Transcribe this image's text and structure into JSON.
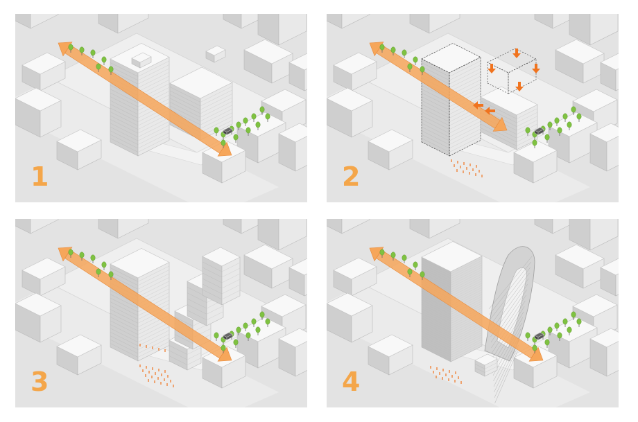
{
  "panels": [
    {
      "id": "p1",
      "number": "1"
    },
    {
      "id": "p2",
      "number": "2"
    },
    {
      "id": "p3",
      "number": "3"
    },
    {
      "id": "p4",
      "number": "4"
    }
  ],
  "colors": {
    "accent_orange": "#f0731e",
    "axis_band": "#f6a65a",
    "tree_green": "#7fc241",
    "ground": "#e3e3e3",
    "plot": "#f2f2f2",
    "block_top": "#f7f7f7",
    "block_side": "#d6d6d6",
    "number_color": "#f4a64a"
  }
}
